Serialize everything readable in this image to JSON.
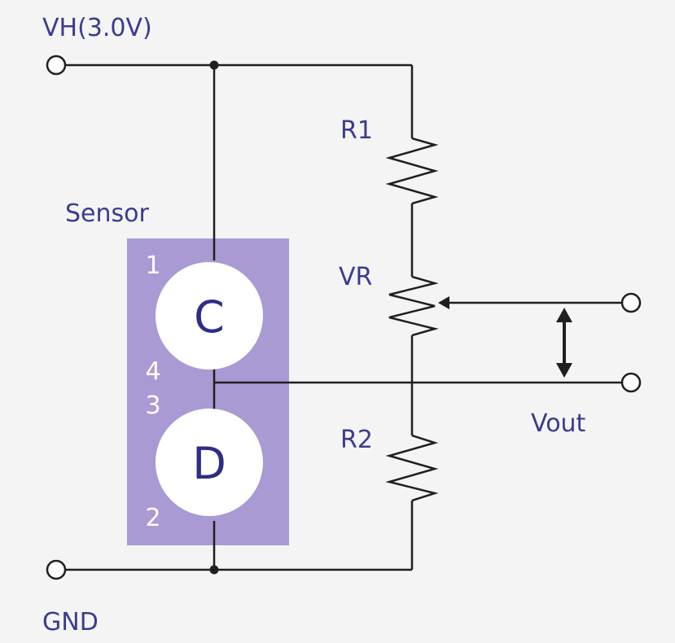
{
  "labels": {
    "vh": "VH(3.0V)",
    "gnd": "GND",
    "sensor": "Sensor",
    "r1": "R1",
    "vr": "VR",
    "r2": "R2",
    "vout": "Vout"
  },
  "sensor": {
    "element_c": "C",
    "element_d": "D",
    "pin_1": "1",
    "pin_4": "4",
    "pin_3": "3",
    "pin_2": "2"
  },
  "colors": {
    "background": "#f4f4f4",
    "sensor_body": "#a99ad3",
    "label_text": "#3b3b8f",
    "wire": "#1f1f1f"
  }
}
